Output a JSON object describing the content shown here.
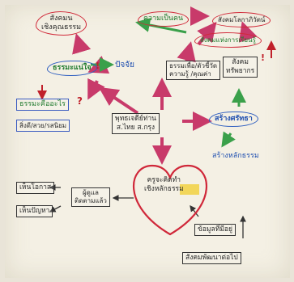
{
  "diagram": {
    "nodes": {
      "top_left_cloud": [
        "สังคมน",
        "เชิงคุณธรรม"
      ],
      "top_center": "ความเป็นคน",
      "top_right": "สังคมโลกาภิวัตน์",
      "right_upper": "สังคมแห่งการเรียนรู้",
      "middle_left_cloud": "ธรรมะแน่ใจ",
      "middle_center_left": "ปัจจัย",
      "middle_center_box": [
        "ธรรมเพื่อ/ตัวชี้วัด",
        "ความรู้ /คุณค่า"
      ],
      "middle_right_box": [
        "สังคม",
        "ทรัพยากร"
      ],
      "left_box": "ธรรมะคืออะไร",
      "left_list": "สิ่งดี/สวย/รสนิยม",
      "center_box": [
        "พุทธเจดีย์ท่าน",
        "ส.ไทย ส.กรุง"
      ],
      "right_cloud": "สร้างศรัทธา",
      "right_lower": "สร้างหลักธรรม",
      "heart": [
        "ครูจะคิดทำ",
        "เชิงหลักธรรม"
      ],
      "bottom_left_1": "เห็นโอกาส",
      "bottom_left_2": "เห็นปัญหา",
      "bottom_center_box": [
        "ผู้ดูแล",
        "ติดตามแล้ว"
      ],
      "bottom_right_box": "ข้อมูลที่มีอยู่",
      "bottom_footer": "สังคมพัฒนาต่อไป"
    }
  }
}
